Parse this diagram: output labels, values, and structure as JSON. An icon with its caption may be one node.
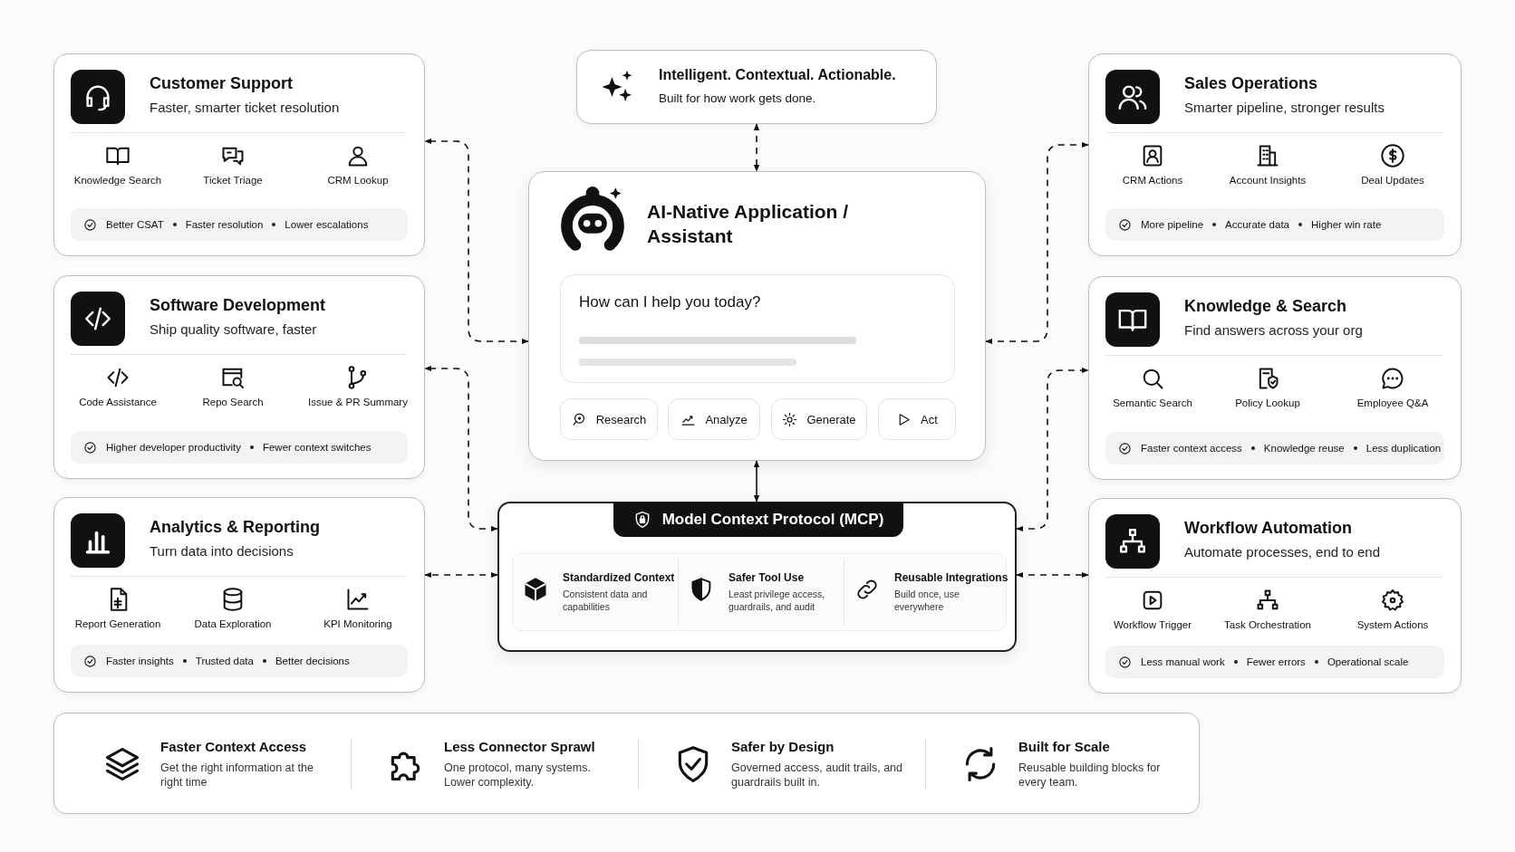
{
  "diagram": {
    "nodes": [
      {
        "text": [
          "Customer Support",
          "Faster, smarter ticket resolution",
          "Knowledge Search",
          "Ticket Triage",
          "CRM Lookup"
        ]
      },
      {
        "text": [
          "Better CSAT",
          "Faster resolution",
          "Lower escalations"
        ],
        "in": 0
      },
      {
        "text": [
          "Intelligent. Contextual. Actionable.",
          "Built for how work gets done."
        ]
      },
      {
        "text": [
          "Sales Operations",
          "Smarter pipeline, stronger results",
          "CRM Actions",
          "Account Insights",
          "Deal Updates"
        ]
      },
      {
        "text": [
          "More pipeline",
          "Accurate data",
          "Higher win rate"
        ],
        "in": 3
      },
      {
        "text": [
          "AI-Native Application / Assistant"
        ]
      },
      {
        "text": [
          "How can I help you today?"
        ],
        "in": 5
      },
      {
        "text": [
          "Research"
        ],
        "in": 5
      },
      {
        "text": [
          "Analyze"
        ],
        "in": 5
      },
      {
        "text": [
          "Generate"
        ],
        "in": 5
      },
      {
        "text": [
          "Act"
        ],
        "in": 5
      },
      {
        "text": [
          "Software Development",
          "Ship quality software, faster",
          "Code Assistance",
          "Repo Search",
          "Issue & PR Summary"
        ]
      },
      {
        "text": [
          "Higher developer productivity",
          "Fewer context switches"
        ],
        "in": 11
      },
      {
        "text": [
          "Knowledge & Search",
          "Find answers across your org",
          "Semantic Search",
          "Policy Lookup",
          "Employee Q&A"
        ]
      },
      {
        "text": [
          "Faster context access",
          "Knowledge reuse",
          "Less duplication"
        ],
        "in": 13
      },
      {
        "text": [
          "Model Context Protocol (MCP)"
        ]
      },
      {
        "text": [
          "Standardized Context",
          "Consistent data and capabilities"
        ],
        "in": 15
      },
      {
        "text": [
          "Safer Tool Use",
          "Least privilege access, guardrails, and audit"
        ],
        "in": 15
      },
      {
        "text": [
          "Reusable Integrations",
          "Build once, use everywhere"
        ],
        "in": 15
      },
      {
        "text": [
          "Analytics & Reporting",
          "Turn data into decisions",
          "Report Generation",
          "Data Exploration",
          "KPI Monitoring"
        ]
      },
      {
        "text": [
          "Faster insights",
          "Trusted data",
          "Better decisions"
        ],
        "in": 19
      },
      {
        "text": [
          "Workflow Automation",
          "Automate processes, end to end",
          "Workflow Trigger",
          "Task Orchestration",
          "System Actions"
        ]
      },
      {
        "text": [
          "Less manual work",
          "Fewer errors",
          "Operational scale"
        ],
        "in": 21
      },
      {
        "text": [
          "Faster Context Access",
          "Get the right information at the right time",
          "Less Connector Sprawl",
          "One protocol, many systems. Lower complexity.",
          "Safer by Design",
          "Governed access, audit trails, and guardrails built in.",
          "Built for Scale",
          "Reusable building blocks for every team."
        ]
      }
    ],
    "edges": [
      {
        "from": 2,
        "to": 5,
        "arrow": "both",
        "style": "dashed"
      },
      {
        "from": 5,
        "to": 0,
        "arrow": "both",
        "style": "dashed"
      },
      {
        "from": 5,
        "to": 3,
        "arrow": "both",
        "style": "dashed"
      },
      {
        "from": 5,
        "to": 15,
        "arrow": "both"
      },
      {
        "from": 15,
        "to": 11,
        "arrow": "both",
        "style": "dashed"
      },
      {
        "from": 15,
        "to": 19,
        "arrow": "both",
        "style": "dashed"
      },
      {
        "from": 15,
        "to": 13,
        "arrow": "both",
        "style": "dashed"
      },
      {
        "from": 15,
        "to": 21,
        "arrow": "both",
        "style": "dashed"
      }
    ]
  }
}
